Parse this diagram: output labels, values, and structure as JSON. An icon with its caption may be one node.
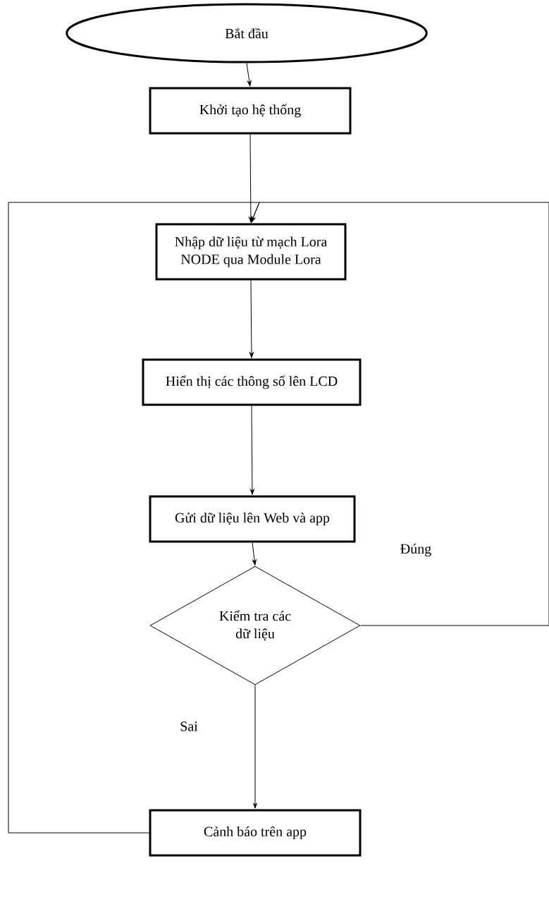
{
  "diagram": {
    "nodes": [
      {
        "text": [
          "Bắt đầu"
        ]
      },
      {
        "text": [
          "Khởi tạo hệ thống"
        ]
      },
      {
        "text": [
          "Nhập dữ liệu từ mạch Lora NODE qua Module Lora"
        ]
      },
      {
        "text": [
          "Hiển thị các thông số lên LCD"
        ]
      },
      {
        "text": [
          "Gửi dữ liệu lên Web và app"
        ]
      },
      {
        "text": [
          "Kiểm tra các dữ liệu"
        ]
      },
      {
        "text": [
          "Cảnh báo trên app"
        ]
      }
    ],
    "edges": [
      {
        "from": 0,
        "to": 1,
        "arrow": "to"
      },
      {
        "from": 1,
        "to": 2,
        "arrow": "to"
      },
      {
        "from": 2,
        "to": 3,
        "arrow": "to"
      },
      {
        "from": 3,
        "to": 4,
        "arrow": "to"
      },
      {
        "from": 4,
        "to": 5,
        "arrow": "to"
      },
      {
        "from": 5,
        "to": 2,
        "arrow": "to",
        "label": "Đúng"
      },
      {
        "from": 5,
        "to": 6,
        "arrow": "to",
        "label": "Sai"
      },
      {
        "from": 6,
        "to": 2,
        "arrow": "to"
      }
    ]
  }
}
